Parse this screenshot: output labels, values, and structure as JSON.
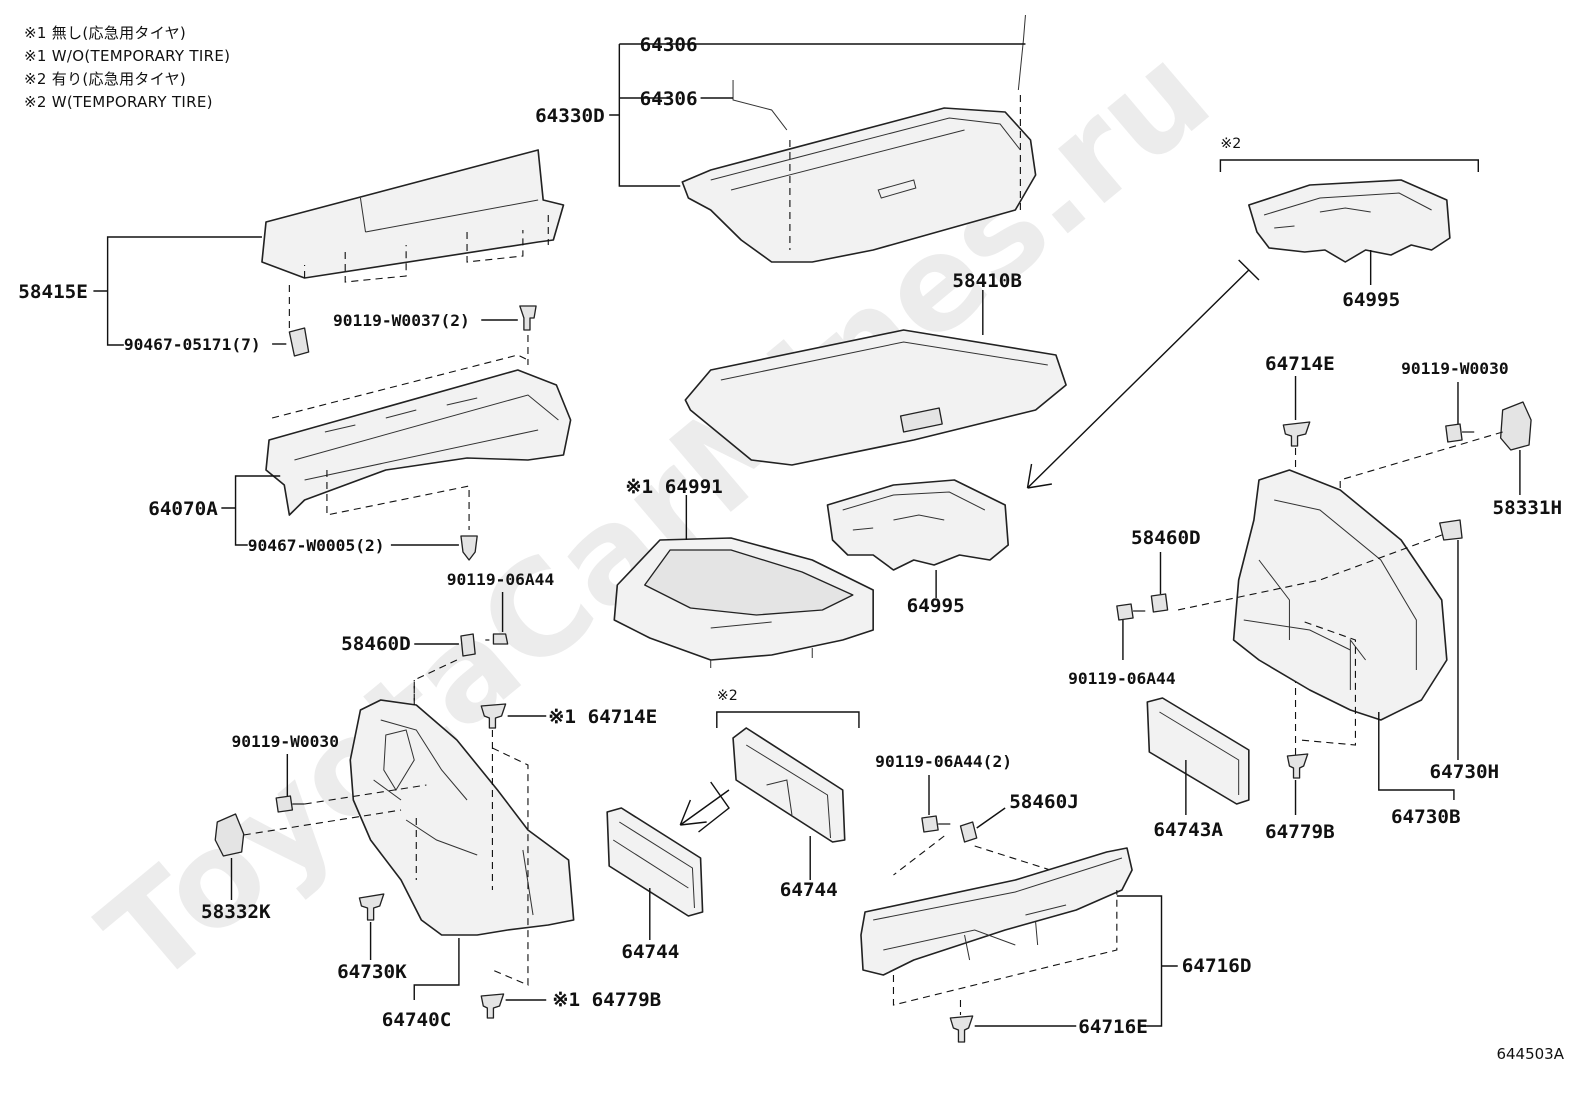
{
  "legend": [
    "※1 無し(応急用タイヤ)",
    "※1 W/O(TEMPORARY TIRE)",
    "※2 有り(応急用タイヤ)",
    "※2 W(TEMPORARY TIRE)"
  ],
  "watermark": "ToyotaCarMines.ru",
  "figure_id": "644503A",
  "parts": {
    "p64306_a": "64306",
    "p64306_b": "64306",
    "p64330D": "64330D",
    "p58415E": "58415E",
    "p90467_05171": "90467-05171(7)",
    "p90119_W0037": "90119-W0037(2)",
    "p64070A": "64070A",
    "p90467_W0005": "90467-W0005(2)",
    "p90119_06A44_left": "90119-06A44",
    "p58460D_left": "58460D",
    "p58410B": "58410B",
    "p64991": "※1 64991",
    "p64995_center": "64995",
    "p64995_right": "64995",
    "note2_top": "※2",
    "p64714E_right": "64714E",
    "p90119_W0030_right": "90119-W0030",
    "p58331H": "58331H",
    "p58460D_right": "58460D",
    "p90119_06A44_right": "90119-06A44",
    "p64743A": "64743A",
    "p64779B_right": "64779B",
    "p64730H": "64730H",
    "p64730B": "64730B",
    "p64714E_left": "※1 64714E",
    "p90119_W0030_left": "90119-W0030",
    "p58332K": "58332K",
    "p64730K": "64730K",
    "p64740C": "64740C",
    "p64779B_left": "※1 64779B",
    "note2_mid": "※2",
    "p64744_a": "64744",
    "p64744_b": "64744",
    "p90119_06A44_2": "90119-06A44(2)",
    "p58460J": "58460J",
    "p64716D": "64716D",
    "p64716E": "64716E"
  }
}
